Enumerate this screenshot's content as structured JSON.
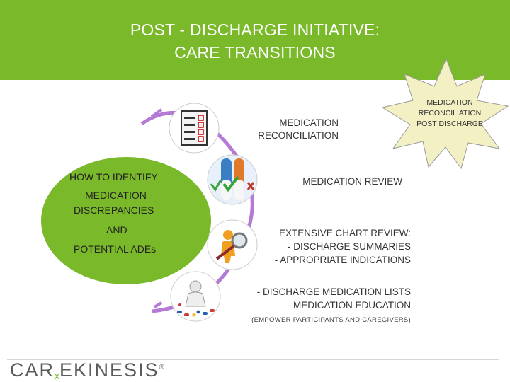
{
  "title": {
    "line1": "POST - DISCHARGE INITIATIVE:",
    "line2": "CARE TRANSITIONS"
  },
  "badge": {
    "line1": "MEDICATION",
    "line2": "RECONCILIATION",
    "line3": "POST DISCHARGE"
  },
  "blob": {
    "line1": "HOW TO IDENTIFY",
    "line2": "MEDICATION",
    "line3": "DISCREPANCIES",
    "line4": "AND",
    "line5": "POTENTIAL ADEs"
  },
  "steps": {
    "reconciliation": {
      "line1": "MEDICATION",
      "line2": "RECONCILIATION"
    },
    "review": {
      "line1": "MEDICATION REVIEW"
    },
    "chart_review": {
      "line1": "EXTENSIVE CHART REVIEW:",
      "line2": "- DISCHARGE SUMMARIES",
      "line3": "- APPROPRIATE INDICATIONS"
    },
    "education": {
      "line1": "- DISCHARGE MEDICATION LISTS",
      "line2": "- MEDICATION EDUCATION",
      "line3": "(EMPOWER PARTICIPANTS AND CAREGIVERS)"
    }
  },
  "icons": [
    "checklist-icon",
    "pill-check-icon",
    "magnifier-person-icon",
    "sick-person-pills-icon"
  ],
  "colors": {
    "header_green": "#7ab929",
    "blob_green": "#7ab929",
    "arc_purple": "#b57ad6",
    "star_fill": "#f3f0c4"
  },
  "logo": {
    "part1": "CAR",
    "x": "x",
    "part2": "E",
    "part3": "KINESIS",
    "reg": "®"
  }
}
